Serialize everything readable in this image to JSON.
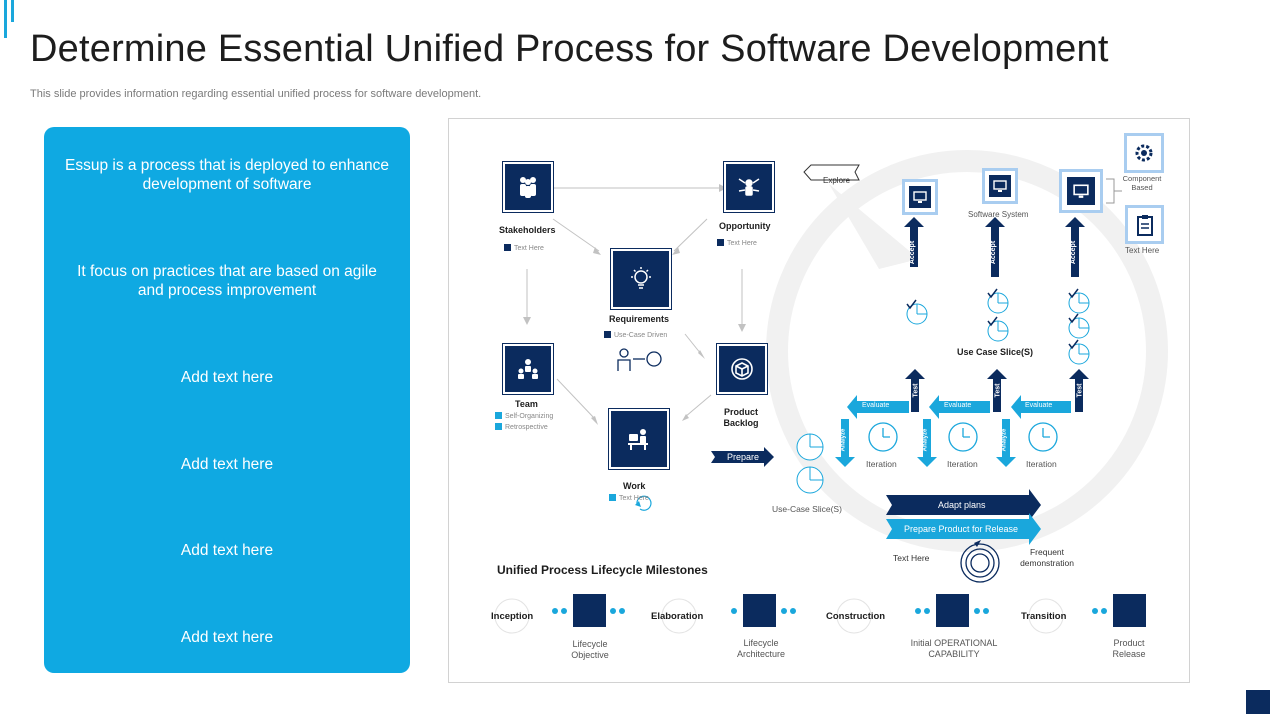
{
  "title": "Determine Essential Unified Process for Software Development",
  "subtitle": "This slide provides information regarding essential unified process for software development.",
  "left_panel": {
    "items": [
      "Essup is a process that  is deployed to enhance development  of software",
      "It focus on practices that are based on agile and process improvement",
      "Add text here",
      "Add text here",
      "Add text here",
      "Add text here"
    ]
  },
  "diagram": {
    "nodes": {
      "stakeholders": {
        "label": "Stakeholders",
        "note": "Text Here",
        "icon": "people-icon"
      },
      "opportunity": {
        "label": "Opportunity",
        "note": "Text Here",
        "icon": "network-person-icon"
      },
      "requirements": {
        "label": "Requirements",
        "note": "Use-Case Driven",
        "icon": "lightbulb-icon"
      },
      "team": {
        "label": "Team",
        "notes": [
          "Self-Organizing",
          "Retrospective"
        ],
        "icon": "team-icon"
      },
      "product_backlog": {
        "label": "Product Backlog",
        "icon": "cube-icon"
      },
      "work": {
        "label": "Work",
        "note": "Text Here",
        "icon": "desk-worker-icon"
      }
    },
    "explore": "Explore",
    "prepare": "Prepare",
    "component_based": "Component Based",
    "text_here_right": "Text Here",
    "software_system": "Software System",
    "accept": "Accept",
    "test": "Test",
    "evaluate": "Evaluate",
    "analyze": "Analyze",
    "iteration": "Iteration",
    "use_case_slices_right": "Use Case Slice(S)",
    "use_case_slices_left": "Use-Case Slice(S)",
    "adapt_plans": "Adapt plans",
    "prepare_release": "Prepare Product for Release",
    "text_here_bottom": "Text Here",
    "frequent_demo": "Frequent demonstration",
    "milestones_title": "Unified Process Lifecycle Milestones",
    "milestones": [
      {
        "phase": "Inception",
        "milestone": "Lifecycle Objective"
      },
      {
        "phase": "Elaboration",
        "milestone": "Lifecycle Architecture"
      },
      {
        "phase": "Construction",
        "milestone": "Initial OPERATIONAL CAPABILITY"
      },
      {
        "phase": "Transition",
        "milestone": "Product Release"
      }
    ]
  },
  "colors": {
    "accent_blue": "#1aa7dc",
    "navy": "#0b2b5e",
    "panel_blue": "#0fa9e2"
  }
}
